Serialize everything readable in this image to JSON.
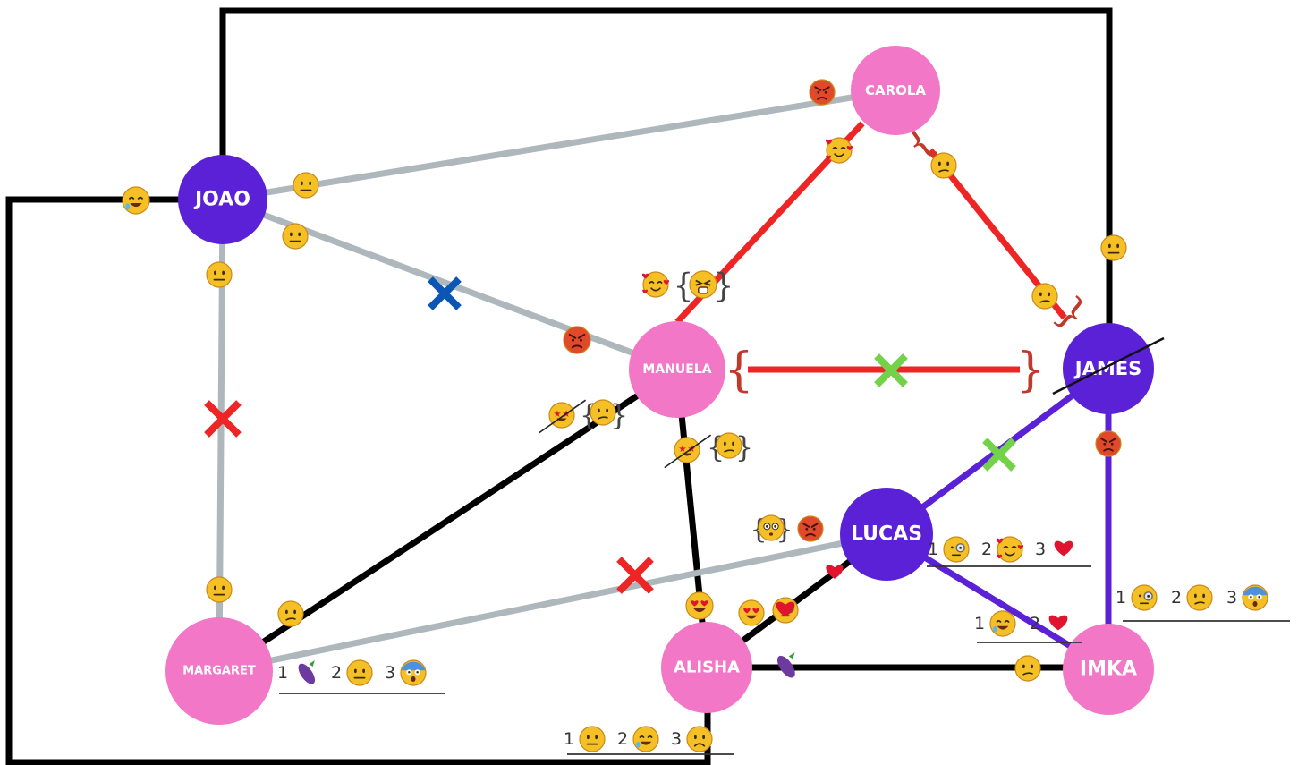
{
  "colors": {
    "girl": "#f277c6",
    "boy": "#5b21d6",
    "black": "#000000",
    "gray": "#aeb7bc",
    "red": "#ee2525",
    "purple": "#5b21d6",
    "cross_red": "#ee2525",
    "cross_blue": "#0b55b5",
    "cross_green": "#74d14a",
    "emoji_face": "#f5c026",
    "angry_face": "#e0492a",
    "heart": "#e0142e",
    "eggplant": "#6d3aa0"
  },
  "nodes": [
    {
      "id": "carola",
      "label": "CAROLA",
      "kind": "girl"
    },
    {
      "id": "joao",
      "label": "JOAO",
      "kind": "boy"
    },
    {
      "id": "manuela",
      "label": "MANUELA",
      "kind": "girl"
    },
    {
      "id": "james",
      "label": "JAMES",
      "kind": "boy",
      "struck": true
    },
    {
      "id": "lucas",
      "label": "LUCAS",
      "kind": "boy"
    },
    {
      "id": "margaret",
      "label": "MARGARET",
      "kind": "girl"
    },
    {
      "id": "alisha",
      "label": "ALISHA",
      "kind": "girl"
    },
    {
      "id": "imka",
      "label": "IMKA",
      "kind": "girl"
    }
  ],
  "edges": [
    {
      "id": "joao-carola",
      "color": "gray"
    },
    {
      "id": "joao-manuela",
      "color": "gray",
      "cross": "cross_blue"
    },
    {
      "id": "joao-margaret",
      "color": "gray",
      "cross": "cross_red"
    },
    {
      "id": "carola-manuela",
      "color": "red"
    },
    {
      "id": "carola-james",
      "color": "red"
    },
    {
      "id": "manuela-james",
      "color": "red",
      "cross": "cross_green"
    },
    {
      "id": "manuela-margaret",
      "color": "black"
    },
    {
      "id": "manuela-alisha",
      "color": "black"
    },
    {
      "id": "margaret-lucas",
      "color": "gray",
      "cross": "cross_red"
    },
    {
      "id": "james-lucas",
      "color": "purple",
      "cross": "cross_green"
    },
    {
      "id": "james-imka",
      "color": "purple"
    },
    {
      "id": "lucas-imka",
      "color": "purple"
    },
    {
      "id": "lucas-alisha",
      "color": "black"
    },
    {
      "id": "alisha-imka",
      "color": "black"
    },
    {
      "id": "joao-james-frame",
      "color": "black"
    },
    {
      "id": "joao-alisha-frame",
      "color": "black"
    }
  ],
  "edge_emojis": [
    {
      "name": "neutral-face",
      "type": "neutral"
    },
    {
      "name": "neutral-face",
      "type": "neutral"
    },
    {
      "name": "neutral-face",
      "type": "neutral"
    },
    {
      "name": "neutral-face",
      "type": "neutral"
    },
    {
      "name": "neutral-face",
      "type": "neutral"
    },
    {
      "name": "tear-smile-face",
      "type": "tear"
    },
    {
      "name": "angry-face",
      "type": "angry"
    },
    {
      "name": "angry-face",
      "type": "angry"
    },
    {
      "name": "angry-face",
      "type": "angry"
    },
    {
      "name": "smiling-hearts-face",
      "type": "hearts"
    },
    {
      "name": "smiling-hearts-face",
      "type": "hearts"
    },
    {
      "name": "confused-face",
      "type": "hmm"
    },
    {
      "name": "confused-face",
      "type": "hmm"
    },
    {
      "name": "confused-face",
      "type": "hmm"
    },
    {
      "name": "tired-face",
      "type": "tired"
    },
    {
      "name": "starstruck-face",
      "type": "starstruck"
    },
    {
      "name": "confused-face",
      "type": "hmm"
    },
    {
      "name": "starstruck-face",
      "type": "starstruck"
    },
    {
      "name": "confused-face",
      "type": "hmm"
    },
    {
      "name": "flushed-face",
      "type": "flushed"
    },
    {
      "name": "angry-face",
      "type": "angry"
    },
    {
      "name": "heart-eyes-face",
      "type": "hearteyes"
    },
    {
      "name": "heart-eyes-face",
      "type": "hearteyes"
    },
    {
      "name": "monocle-face",
      "type": "monocle"
    },
    {
      "name": "red-heart",
      "type": "heart"
    },
    {
      "name": "eggplant",
      "type": "eggplant"
    },
    {
      "name": "hmm-face",
      "type": "hmm"
    },
    {
      "name": "tired-face",
      "type": "tired"
    }
  ],
  "rankings": [
    {
      "id": "margaret",
      "items": [
        {
          "num": "1",
          "emoji": "eggplant"
        },
        {
          "num": "2",
          "emoji": "neutral"
        },
        {
          "num": "3",
          "emoji": "scream"
        }
      ]
    },
    {
      "id": "alisha",
      "items": [
        {
          "num": "1",
          "emoji": "neutral"
        },
        {
          "num": "2",
          "emoji": "tear"
        },
        {
          "num": "3",
          "emoji": "sad"
        }
      ]
    },
    {
      "id": "lucas",
      "items": [
        {
          "num": "1",
          "emoji": "monocle"
        },
        {
          "num": "2",
          "emoji": "hearts"
        },
        {
          "num": "3",
          "emoji": "heart"
        }
      ]
    },
    {
      "id": "lucas-imka",
      "items": [
        {
          "num": "1",
          "emoji": "tear"
        },
        {
          "num": "2",
          "emoji": "heart"
        }
      ]
    },
    {
      "id": "james",
      "items": [
        {
          "num": "1",
          "emoji": "monocle"
        },
        {
          "num": "2",
          "emoji": "hmm"
        },
        {
          "num": "3",
          "emoji": "scream"
        }
      ]
    }
  ]
}
